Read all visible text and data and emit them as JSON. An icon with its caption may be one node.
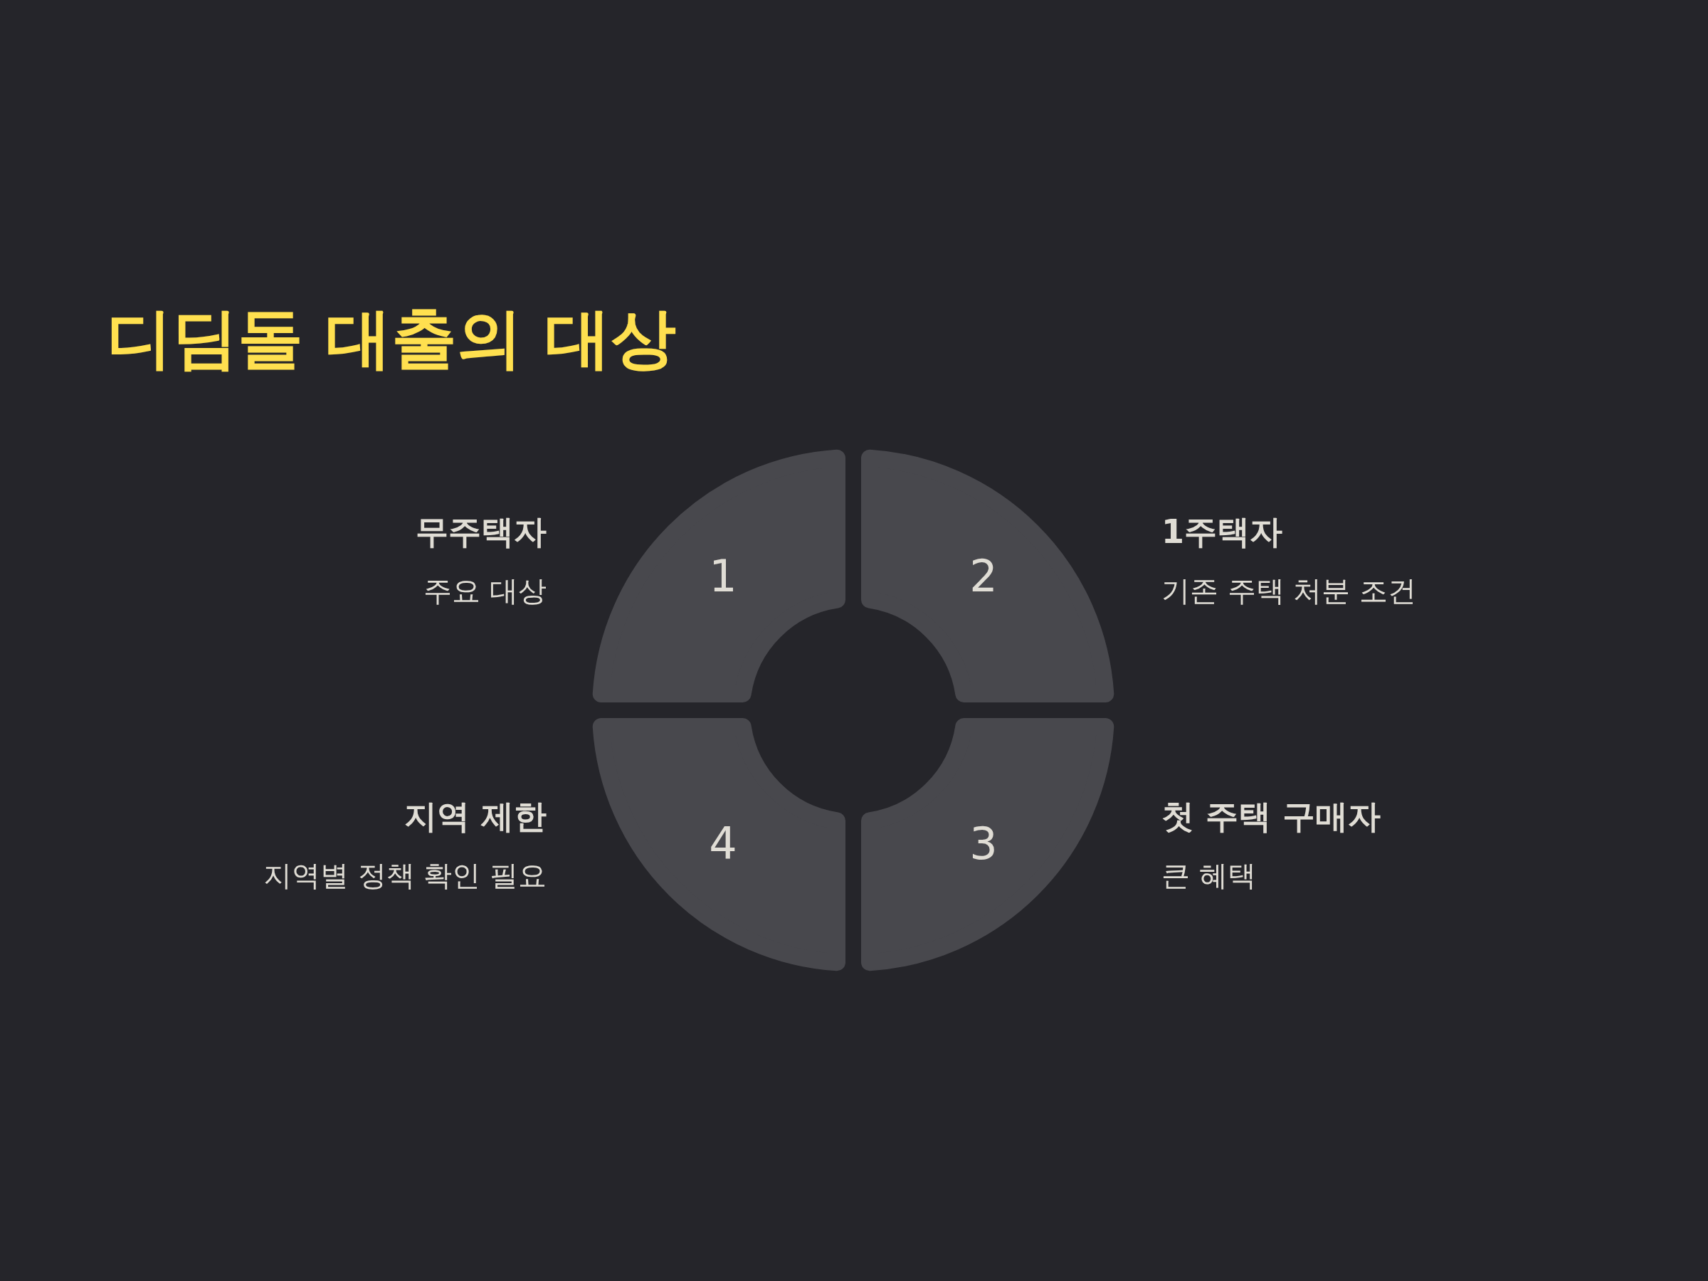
{
  "diagram": {
    "title": "디딤돌 대출의 대상",
    "nodes": [
      {
        "text": [
          "1"
        ],
        "beside": [
          "무주택자",
          "주요 대상"
        ]
      },
      {
        "text": [
          "2"
        ],
        "beside": [
          "1주택자",
          "기존 주택 처분 조건"
        ]
      },
      {
        "text": [
          "4"
        ],
        "beside": [
          "지역 제한",
          "지역별 정책 확인 필요"
        ]
      },
      {
        "text": [
          "3"
        ],
        "beside": [
          "첫 주택 구매자",
          "큰 혜택"
        ]
      }
    ]
  }
}
